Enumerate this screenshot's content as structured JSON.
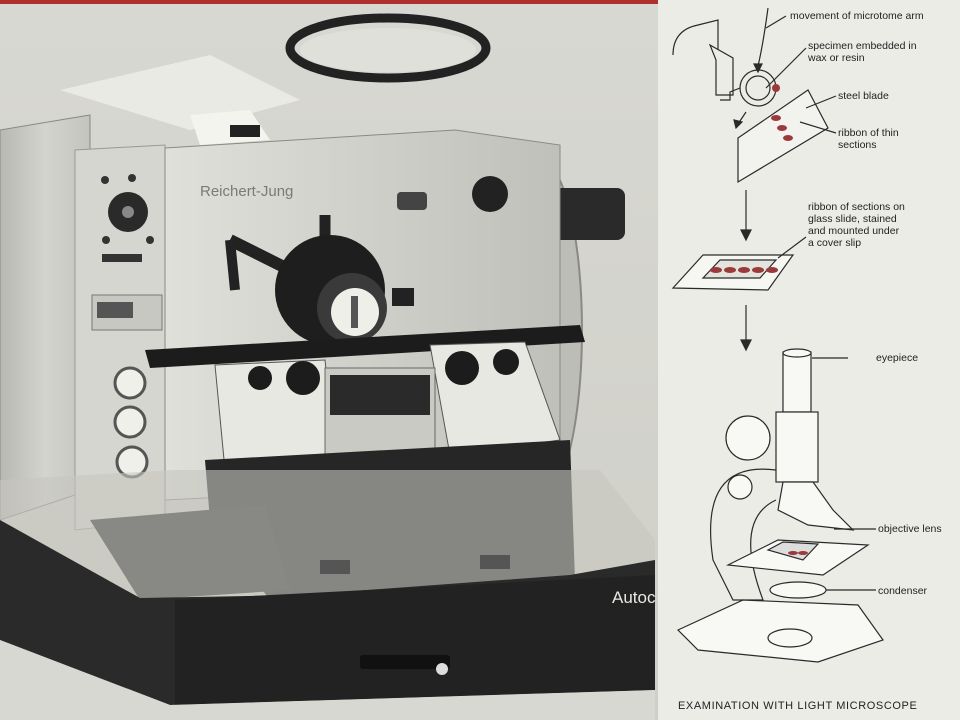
{
  "photo": {
    "brand": "Reichert-Jung",
    "model_partial": "Autoc"
  },
  "diagram": {
    "labels": {
      "arm": "movement of microtome arm",
      "specimen": "specimen embedded in\nwax or resin",
      "blade": "steel blade",
      "ribbon": "ribbon of thin\nsections",
      "slide": "ribbon of sections on\nglass slide, stained\nand mounted under\na cover slip",
      "eyepiece": "eyepiece",
      "objective": "objective lens",
      "condenser": "condenser"
    },
    "caption": "EXAMINATION WITH LIGHT MICROSCOPE"
  },
  "colors": {
    "specimen": "#9a3a3a",
    "line": "#2a2a2a"
  }
}
